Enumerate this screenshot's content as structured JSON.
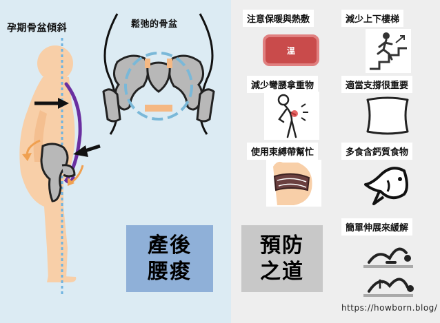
{
  "left_panel": {
    "posture_label": "孕期骨盆傾斜",
    "pelvis_label": "鬆弛的骨盆",
    "title_line1": "產後",
    "title_line2": "腰痠"
  },
  "right_panel": {
    "tips": [
      {
        "label": "注意保暖與熱敷",
        "icon": "heat-pad-icon"
      },
      {
        "label": "減少上下樓梯",
        "icon": "stairs-icon"
      },
      {
        "label": "減少彎腰拿重物",
        "icon": "back-pain-icon"
      },
      {
        "label": "適當支撐很重要",
        "icon": "pillow-icon"
      },
      {
        "label": "使用束縛帶幫忙",
        "icon": "belly-belt-icon"
      },
      {
        "label": "多食含鈣質食物",
        "icon": "fish-icon"
      },
      {
        "label": "簡單伸展來緩解",
        "icon": "stretch-icon"
      }
    ],
    "heat_pad_text": "溫",
    "title_line1": "預防",
    "title_line2": "之道"
  },
  "footer": {
    "url": "https://howborn.blog/"
  },
  "colors": {
    "left_bg": "#dcebf3",
    "right_bg": "#eeeeee",
    "belly_outline": "#6a2fa0",
    "arrow_orange": "#f0a050",
    "title_left_bg": "#8fb0d8",
    "title_right_bg": "#c8c8c8",
    "heat_pad": "#c94b4b"
  }
}
